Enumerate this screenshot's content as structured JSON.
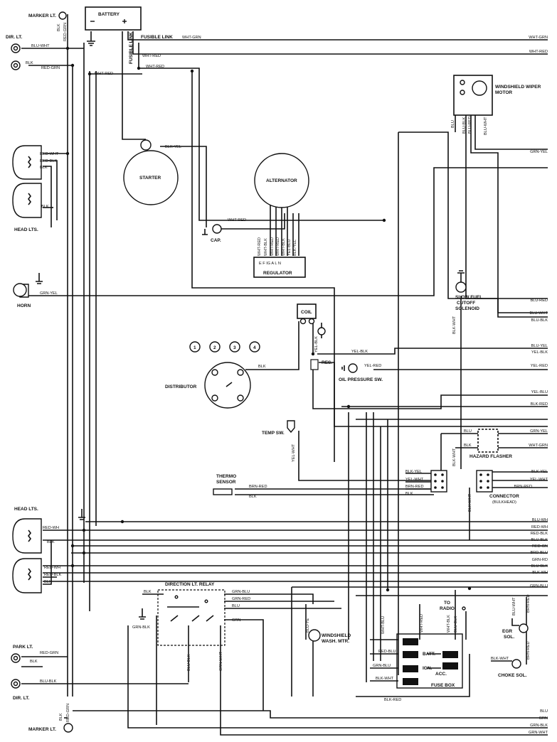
{
  "components": {
    "battery": "BATTERY",
    "fusible_link_a": "FUSIBLE LINK",
    "fusible_link_b": "FUSIBLE LINK",
    "marker_lt_top": "MARKER LT.",
    "dir_lt_top": "DIR. LT.",
    "head_lts_top": "HEAD LTS.",
    "horn": "HORN",
    "starter": "STARTER",
    "alternator": "ALTERNATOR",
    "cap": "CAP.",
    "regulator": "REGULATOR",
    "regulator_terminals": "E  F IG A  L  N",
    "coil": "COIL",
    "res": "RES.",
    "oil_pressure_sw": "OIL PRESSURE SW.",
    "distributor": "DISTRIBUTOR",
    "cyl_1": "1",
    "cyl_2": "2",
    "cyl_3": "3",
    "cyl_4": "4",
    "temp_sw": "TEMP SW.",
    "thermo_sensor_1": "THERMO",
    "thermo_sensor_2": "SENSOR",
    "windshield_wiper_1": "WINDSHIELD WIPER",
    "windshield_wiper_2": "MOTOR",
    "slow_fuel_1": "SLOW FUEL",
    "slow_fuel_2": "CUTOFF",
    "slow_fuel_3": "SOLENOID",
    "hazard_flasher": "HAZARD FLASHER",
    "connector_1": "CONNECTOR",
    "connector_2": "(BULKHEAD)",
    "head_lts_bottom": "HEAD LTS.",
    "direction_lt_relay": "DIRECTION LT. RELAY",
    "windshield_wash_1": "WINDSHIELD",
    "windshield_wash_2": "WASH. MTR.",
    "to_radio_1": "TO",
    "to_radio_2": "RADIO",
    "batt": "BATT.",
    "ign": "IGN.",
    "acc": "ACC.",
    "fuse_box": "FUSE BOX",
    "egr_sol_1": "EGR",
    "egr_sol_2": "SOL.",
    "choke_sol": "CHOKE SOL.",
    "park_lt": "PARK LT.",
    "dir_lt_bottom": "DIR. LT.",
    "marker_lt_bottom": "MARKER LT."
  },
  "wires": {
    "blk_mk_top": "BLK",
    "redgrn_mk_top": "RED-GRN",
    "bluwht_dir": "BLU-WHT",
    "blk_dir2": "BLK",
    "redgrn_dir2": "RED-GRN",
    "whtred_1": "WHT-RED",
    "whtred_2": "WHT-RED",
    "whtred_3": "WHT-RED",
    "whtgrn_fl": "WHT-GRN",
    "redwht_hl": "RED-WHT",
    "redblk_hl": "RED-BLK",
    "blk_hl": "BLK",
    "blk_hl2": "BLK",
    "blkyel_st": "BLK-YEL",
    "whtred_cap": "WHT-RED",
    "reg_whtred": "WHT-RED",
    "reg_whtblk": "WHT-BLK",
    "reg_whtred2": "WHT-RED",
    "reg_whtred3": "WHT-RED",
    "reg_whtblk2": "WHT-BLK",
    "reg_yelblu": "YEL-BLU",
    "reg_blkyel": "BLK-YEL",
    "grnyel_horn": "GRN-YEL",
    "blk_coil": "BLK",
    "yelblk_coil": "YEL-BLK",
    "yelblk_res": "YEL-BLK",
    "yelred_oil": "YEL-RED",
    "yelwht_temp": "YEL-WHT",
    "brnred_th": "BRN-RED",
    "blk_th": "BLK",
    "blu_wip": "BLU",
    "blured_wip": "BLU-RED",
    "blublk_wip": "BLU-BLK",
    "bluwht_wip": "BLU-WHT",
    "blkwht_sf": "BLK-WHT",
    "blu_hz": "BLU",
    "blk_hz": "BLK",
    "blkwht_hz": "BLK-WHT",
    "blkyel_c": "BLK-YEL",
    "yelwht_c": "YEL-WHT",
    "brnred_c": "BRN-RED",
    "blk_c": "BLK",
    "blkwht_conn": "BLK-WHT",
    "redwh_h2": "RED-WH",
    "blk_h2": "BLK",
    "redwh_h3": "RED-WH",
    "redblk_h3": "RED-BLK",
    "blk_h3": "BLK",
    "blk_dr": "BLK",
    "grnblu_dr": "GRN-BLU",
    "grnred_dr": "GRN-RED",
    "blu_dr": "BLU",
    "grn_dr": "GRN",
    "grnblk_dr": "GRN-BLK",
    "blublk_dr": "BLU-BLK",
    "grnwht_dr": "GRN-WHT",
    "bluye_ws": "BLU-YE",
    "whtblu_fb": "WHT-BLU",
    "whtred_fb": "WHT-RED",
    "whtblk_fb": "WHT-BLK",
    "blublu_fb": "BLU-BLK",
    "redblu_fb": "RED-BLU",
    "grnblu_fb": "GRN-BLU",
    "blkwht_fb": "BLK-WHT",
    "blkred_fb": "BLK-RED",
    "bluwht_egr": "BLU-WHT",
    "brnred_egr": "BRN-RED",
    "brnred_ch": "BRN-RED",
    "blkwht_ch": "BLK-WHT",
    "redgrn_pk": "RED-GRN",
    "blk_pk": "BLK",
    "blublk_dir3": "BLU-BLK",
    "blk_mk_bot": "BLK",
    "redgrn_mk_bot": "RED-GRN"
  },
  "right_labels": [
    "WHT-GRN",
    "WHT-RED",
    "GRN-YEL",
    "BLU-RED",
    "BLU-WHT",
    "BLU-BLK",
    "BLU-YEL",
    "YEL-BLK",
    "YEL-RED",
    "YEL-BLU",
    "BLK-RED",
    "GRN-YEL",
    "WHT-GRN",
    "BLK-YEL",
    "YEL-WHT",
    "BRN-RED",
    "BLU-WH",
    "RED-WH",
    "RED-BLK",
    "BLU-BLK",
    "RED-GN",
    "BRD-BLU",
    "GRN-RD",
    "BLU-BLK",
    "BLK-WH",
    "GRN-BLU",
    "BLU",
    "GRN",
    "GRN-BLK",
    "GRN-WHT"
  ]
}
